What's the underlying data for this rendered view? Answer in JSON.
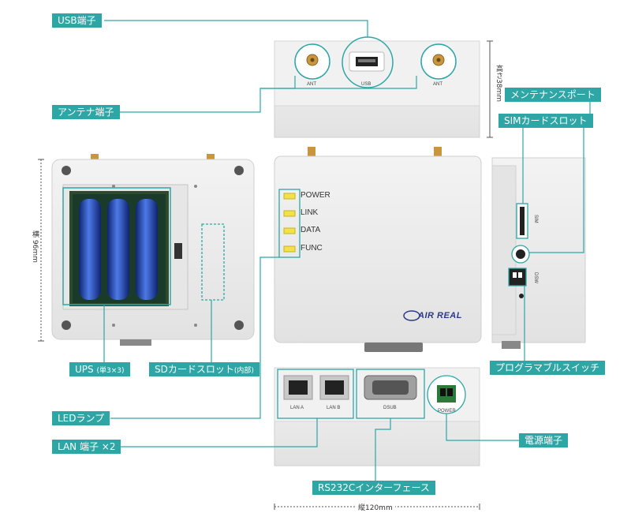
{
  "callouts": {
    "usb": "USB端子",
    "antenna": "アンテナ端子",
    "maintenance": "メンテナンスポート",
    "sim": "SIMカードスロット",
    "ups_main": "UPS",
    "ups_sub": "(単3×3)",
    "sd_main": "SDカードスロット",
    "sd_sub": "(内部)",
    "led": "LEDランプ",
    "lan": "LAN 端子 ×2",
    "dipsw": "プログラマブルスイッチ",
    "power": "電源端子",
    "rs232c": "RS232Cインターフェース"
  },
  "top_view": {
    "ant_left": "ANT",
    "usb": "USB",
    "ant_right": "ANT"
  },
  "front_view": {
    "leds": [
      "POWER",
      "LINK",
      "DATA",
      "FUNC"
    ],
    "brand": "AIR REAL"
  },
  "side_view": {
    "sim": "SIM",
    "dipsw": "DSW"
  },
  "bottom_view": {
    "lan_a": "LAN A",
    "lan_b": "LAN B",
    "dsub": "DSUB",
    "power": "POWER"
  },
  "dimensions": {
    "height": "高さ38mm",
    "width": "横 96mm",
    "depth": "縦120mm"
  },
  "colors": {
    "accent": "#2ea6a6",
    "device": "#ececec",
    "battery": "#1f3fae",
    "led": "#f2e24a"
  }
}
